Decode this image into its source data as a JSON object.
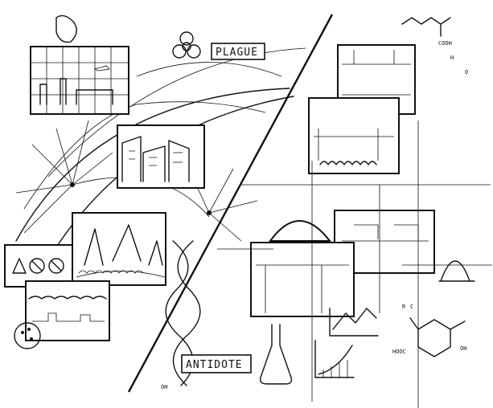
{
  "labels": {
    "plague": "PLAGUE",
    "antidote": "ANTIDOTE",
    "cooh": "COOH",
    "hooc": "HOOC",
    "oh": "OH",
    "h": "H",
    "o": "O",
    "r": "R",
    "c": "C"
  },
  "icons": [
    "biohazard-icon",
    "flask-icon",
    "warning-icon",
    "no-entry-icon",
    "virus-icon",
    "globe-icon"
  ]
}
